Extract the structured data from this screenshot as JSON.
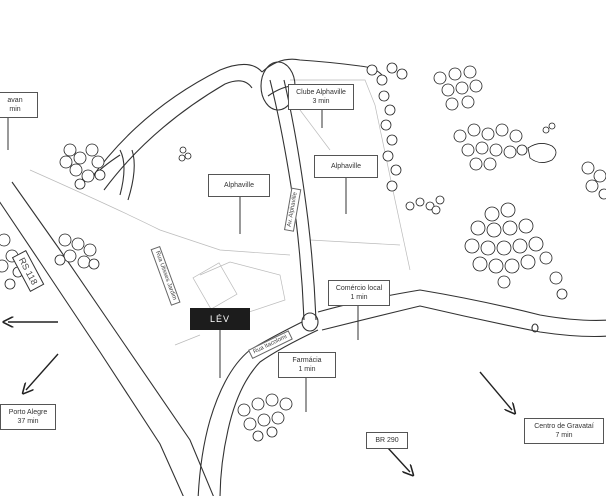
{
  "labels": {
    "cavan": {
      "name": "avan",
      "time": "min"
    },
    "clube": {
      "name": "Clube Alphaville",
      "time": "3 min"
    },
    "alphaville1": {
      "name": "Alphaville"
    },
    "alphaville2": {
      "name": "Alphaville"
    },
    "comercio": {
      "name": "Comércio local",
      "time": "1 min"
    },
    "farmacia": {
      "name": "Farmácia",
      "time": "1 min"
    },
    "portoalegre": {
      "name": "Porto Alegre",
      "time": "37 min"
    },
    "br290": {
      "name": "BR 290"
    },
    "gravatai": {
      "name": "Centro de Gravataí",
      "time": "7 min"
    }
  },
  "marker": {
    "label": "LÉV"
  },
  "roads": {
    "rs118": "RS 118",
    "alphaville_av": "Av. Alphaville",
    "rua_ulisses": "Rua Ulisses Jardim",
    "rua_ita": "Rua Itacolomi"
  },
  "colors": {
    "line": "#333333",
    "road_fill": "#ffffff",
    "marker": "#1c1c1c"
  }
}
